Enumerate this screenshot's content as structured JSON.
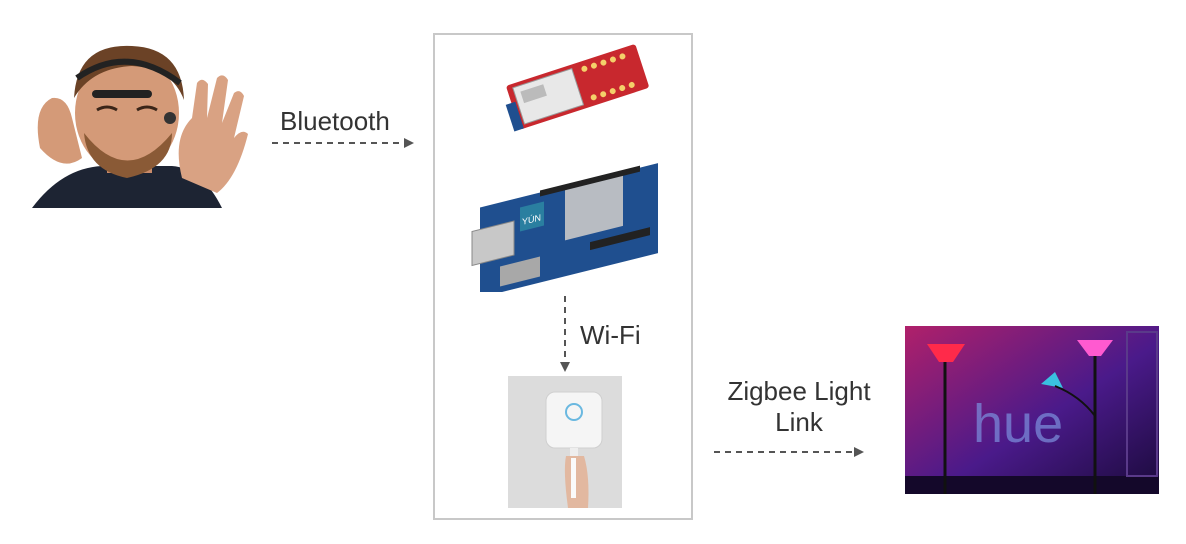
{
  "labels": {
    "bluetooth": "Bluetooth",
    "wifi": "Wi-Fi",
    "zigbee": "Zigbee Light Link"
  },
  "images": {
    "arduino_logo_text": "YÚN",
    "hue_text": "hue"
  },
  "colors": {
    "arrow": "#555555",
    "box_border": "#c8c8c8",
    "board_red": "#c8282e",
    "board_blue": "#1f4f8f",
    "lamp_magenta": "#d12a7a",
    "lamp_cyan": "#3ac0e0"
  }
}
